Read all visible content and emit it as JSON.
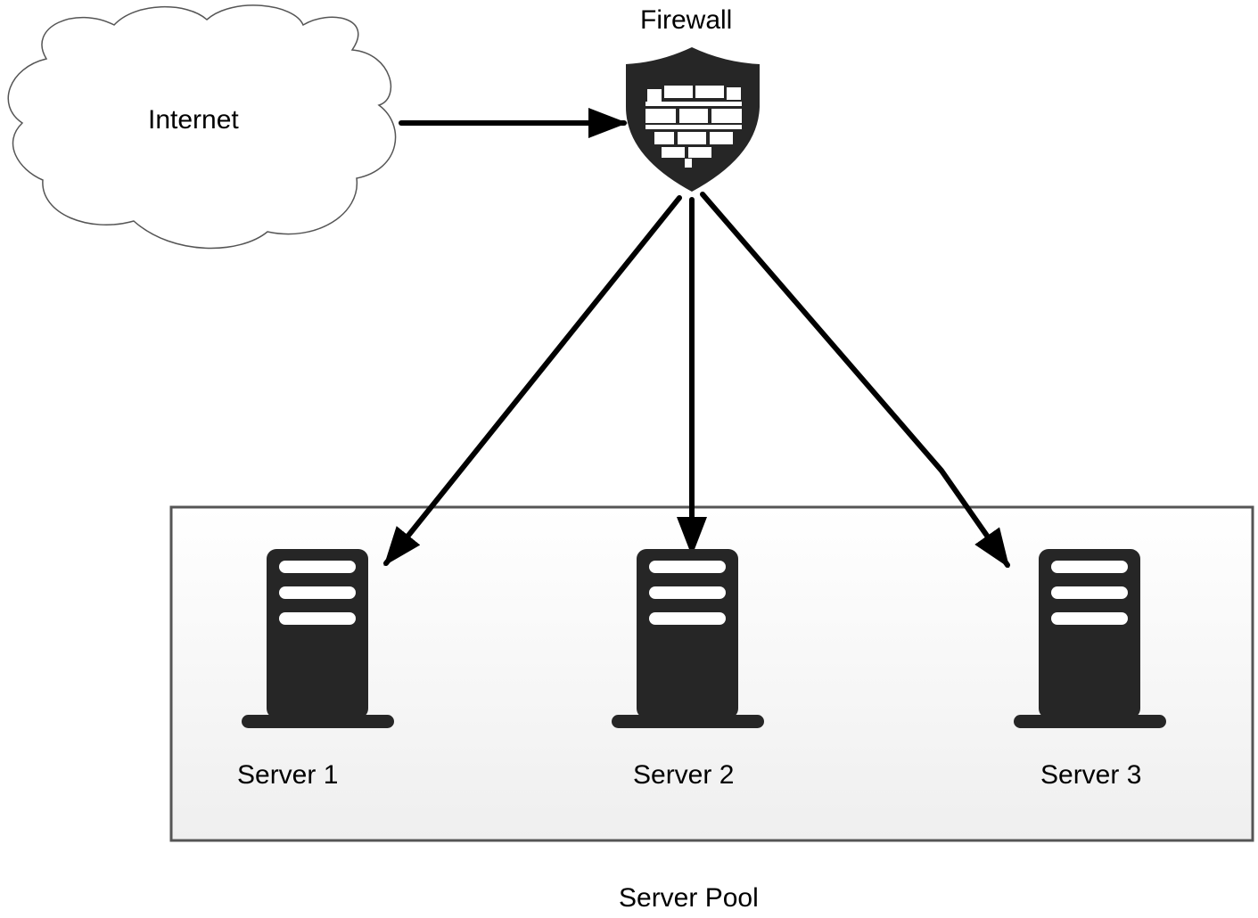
{
  "diagram": {
    "internet": {
      "label": "Internet"
    },
    "firewall": {
      "label": "Firewall"
    },
    "pool": {
      "label": "Server Pool"
    },
    "servers": [
      {
        "label": "Server 1"
      },
      {
        "label": "Server 2"
      },
      {
        "label": "Server 3"
      }
    ]
  },
  "colors": {
    "ink": "#000000",
    "icon_fill": "#262626",
    "pool_border": "#555555",
    "pool_gradient_top": "#ffffff",
    "pool_gradient_bottom": "#efefef"
  },
  "icons": {
    "internet": "cloud-icon",
    "firewall": "firewall-shield-icon",
    "server": "server-tower-icon"
  }
}
